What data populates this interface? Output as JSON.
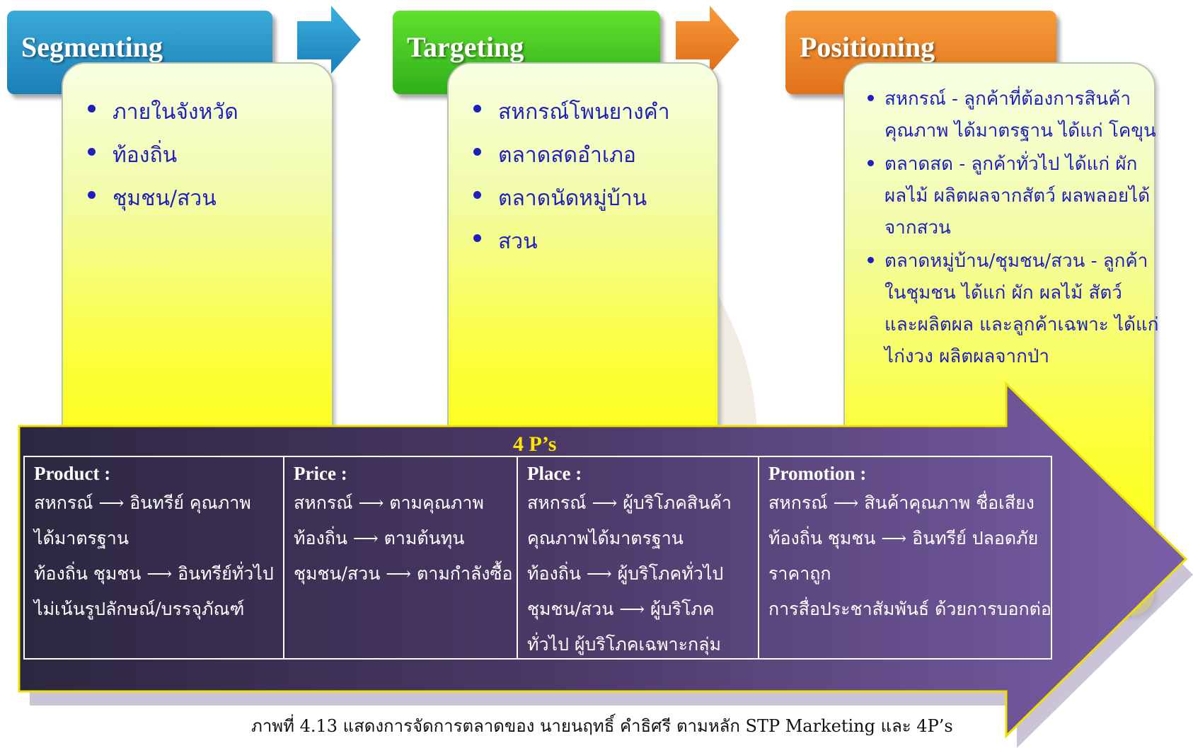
{
  "stages": {
    "segmenting": {
      "title": "Segmenting",
      "items": [
        "ภายในจังหวัด",
        "ท้องถิ่น",
        "ชุมชน/สวน"
      ]
    },
    "targeting": {
      "title": "Targeting",
      "items": [
        "สหกรณ์โพนยางคำ",
        "ตลาดสดอำเภอ",
        "ตลาดนัดหมู่บ้าน",
        "สวน"
      ]
    },
    "positioning": {
      "title": "Positioning",
      "items": [
        [
          "สหกรณ์ - ลูกค้าที่ต้องการสินค้า",
          "คุณภาพ ได้มาตรฐาน ได้แก่ โคขุน"
        ],
        [
          "ตลาดสด - ลูกค้าทั่วไป ได้แก่ ผัก",
          "ผลไม้ ผลิตผลจากสัตว์ ผลพลอยได้",
          "จากสวน"
        ],
        [
          "ตลาดหมู่บ้าน/ชุมชน/สวน - ลูกค้า",
          "ในชุมชน ได้แก่ ผัก ผลไม้ สัตว์",
          "และผลิตผล และลูกค้าเฉพาะ ได้แก่",
          "ไก่งวง ผลิตผลจากป่า"
        ]
      ]
    }
  },
  "four_ps": {
    "title": "4 P’s",
    "columns": [
      {
        "heading": "Product :",
        "lines": [
          "สหกรณ์ ⟶ อินทรีย์ คุณภาพ",
          "ได้มาตรฐาน",
          "ท้องถิ่น ชุมชน ⟶ อินทรีย์ทั่วไป",
          "ไม่เน้นรูปลักษณ์/บรรจุภัณฑ์"
        ]
      },
      {
        "heading": "Price :",
        "lines": [
          "สหกรณ์ ⟶ ตามคุณภาพ",
          "ท้องถิ่น ⟶ ตามต้นทุน",
          "ชุมชน/สวน ⟶ ตามกำลังซื้อ"
        ]
      },
      {
        "heading": "Place :",
        "lines": [
          "สหกรณ์ ⟶ ผู้บริโภคสินค้า",
          "คุณภาพได้มาตรฐาน",
          "ท้องถิ่น ⟶ ผู้บริโภคทั่วไป",
          "ชุมชน/สวน ⟶ ผู้บริโภค",
          "ทั่วไป ผู้บริโภคเฉพาะกลุ่ม"
        ]
      },
      {
        "heading": "Promotion :",
        "lines": [
          "สหกรณ์ ⟶ สินค้าคุณภาพ ชื่อเสียง",
          "ท้องถิ่น ชุมชน ⟶ อินทรีย์ ปลอดภัย",
          "ราคาถูก",
          "การสื่อประชาสัมพันธ์ ด้วยการบอกต่อ"
        ]
      }
    ]
  },
  "caption": "ภาพที่ 4.13 แสดงการจัดการตลาดของ นายนฤทธิ์ คำธิศรี ตามหลัก STP Marketing และ 4P’s",
  "colors": {
    "segmenting": "#1b8fc6",
    "targeting": "#3cc51f",
    "positioning": "#ec7d23",
    "four_ps_arrow": "#5e3f86",
    "bullet_text": "#1f1fc0",
    "four_ps_title": "#ffe600"
  }
}
